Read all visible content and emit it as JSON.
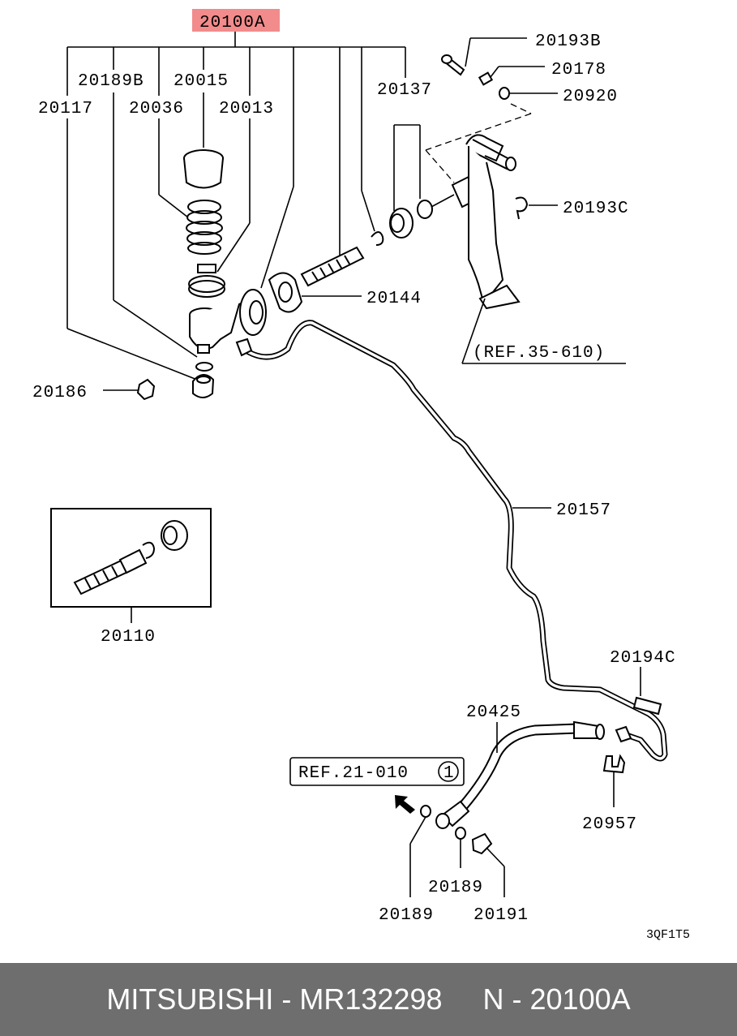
{
  "labels": {
    "main_part": "20100A",
    "p20189B": "20189B",
    "p20015": "20015",
    "p20117": "20117",
    "p20036": "20036",
    "p20013": "20013",
    "p20137": "20137",
    "p20193B": "20193B",
    "p20178": "20178",
    "p20920": "20920",
    "p20193C": "20193C",
    "p20144": "20144",
    "p20186": "20186",
    "ref_35_610": "(REF.35-610)",
    "p20157": "20157",
    "p20110": "20110",
    "p20194C": "20194C",
    "p20425": "20425",
    "ref_21_010": "REF.21-010",
    "ref_21_010_circle": "1",
    "p20957": "20957",
    "p20189_a": "20189",
    "p20189_b": "20189",
    "p20191": "20191",
    "diagram_code": "3QF1T5"
  },
  "colors": {
    "highlight": "#f28b8b",
    "footer_bg": "#6e6e6e",
    "footer_text": "#ffffff"
  },
  "footer": {
    "text": "MITSUBISHI - MR132298     N - 20100A"
  }
}
